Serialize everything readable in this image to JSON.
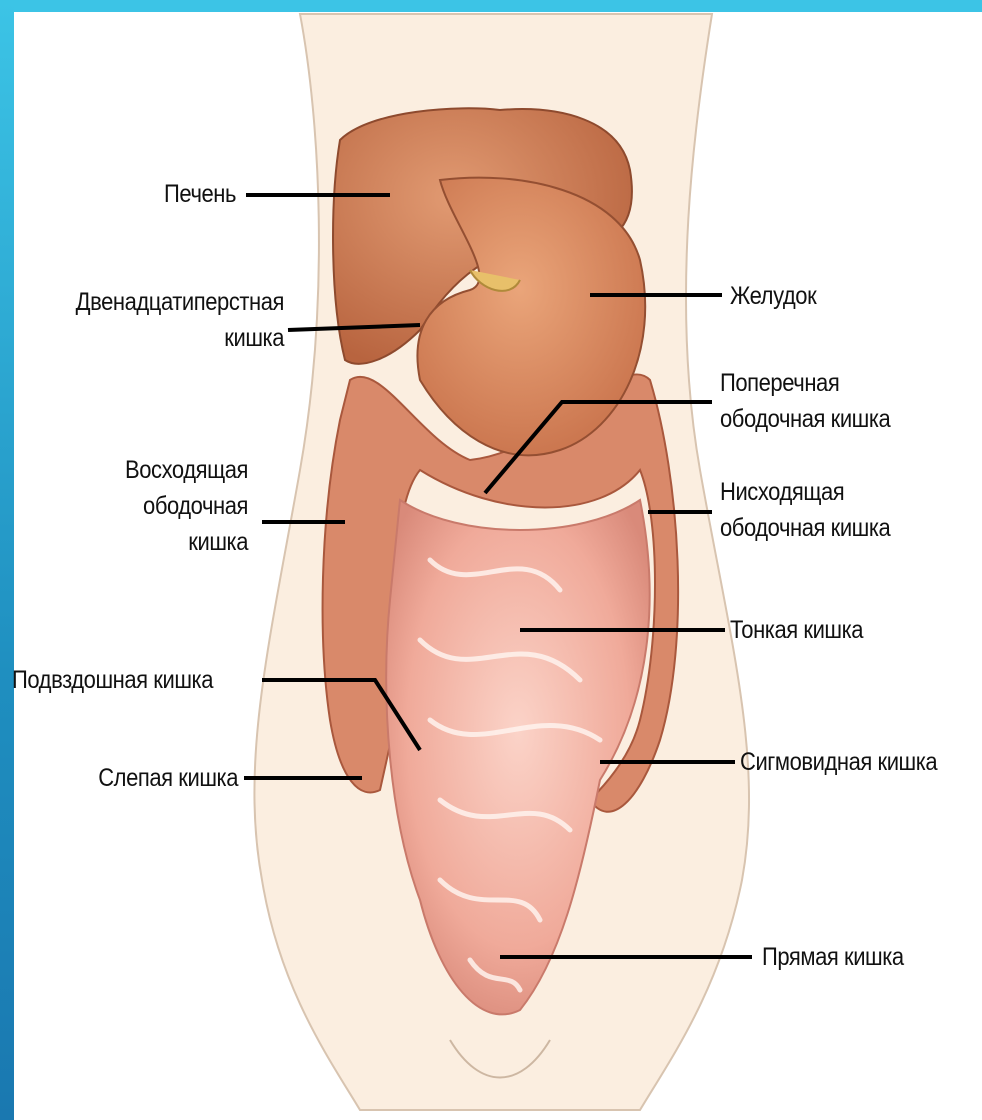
{
  "labels": {
    "liver": [
      "Печень"
    ],
    "duodenum": [
      "Двенадцатиперстная",
      "кишка"
    ],
    "ascending_colon": [
      "Восходящая",
      "ободочная",
      "кишка"
    ],
    "ileum": [
      "Подвздошная кишка"
    ],
    "cecum": [
      "Слепая кишка"
    ],
    "stomach": [
      "Желудок"
    ],
    "transverse_colon": [
      "Поперечная",
      "ободочная кишка"
    ],
    "descending_colon": [
      "Нисходящая",
      "ободочная кишка"
    ],
    "small_intestine": [
      "Тонкая кишка"
    ],
    "sigmoid_colon": [
      "Сигмовидная кишка"
    ],
    "rectum": [
      "Прямая кишка"
    ]
  },
  "colors": {
    "frame": "#3cc4e6",
    "skin": "#fbeee0",
    "liver": "#c8744f",
    "stomach": "#d88a5f",
    "colon": "#d9896a",
    "small_intestine": "#f2b3a6",
    "leader_line": "#000000"
  }
}
